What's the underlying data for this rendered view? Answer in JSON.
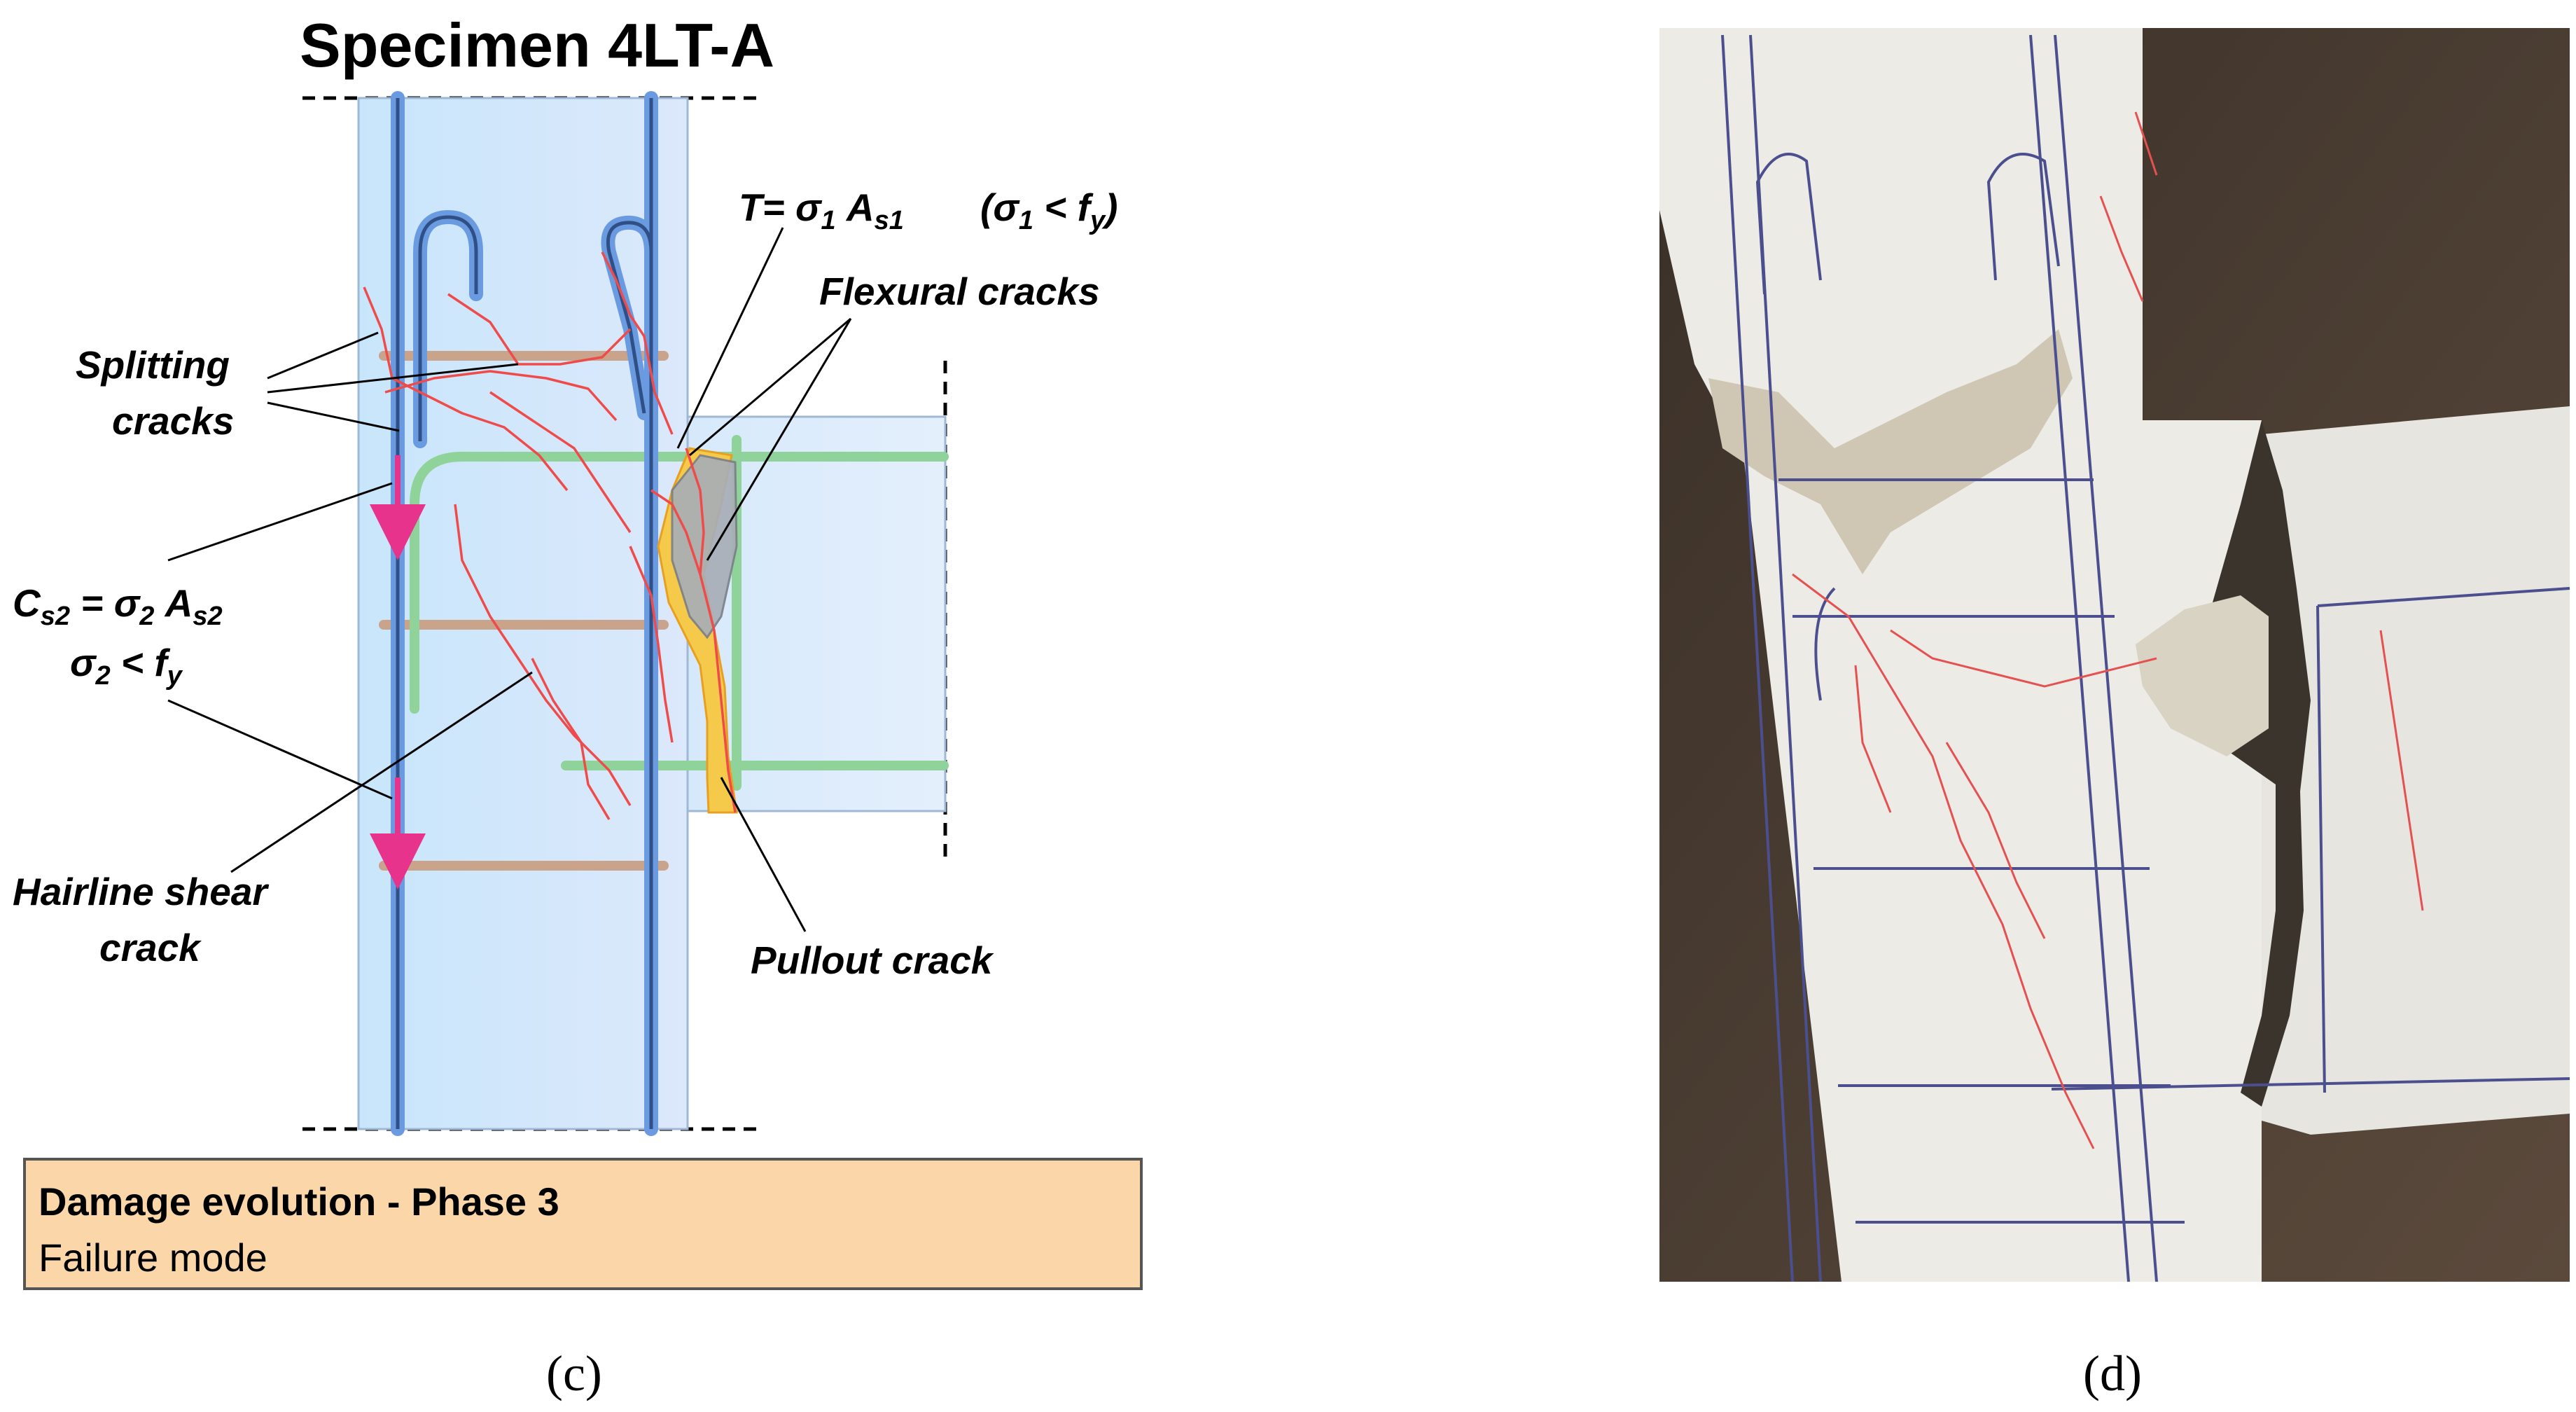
{
  "title": "Specimen 4LT-A",
  "labels": {
    "tension_main": "T= σ",
    "tension_sub1": "1",
    "tension_A": " A",
    "tension_sub2": "s1",
    "tension_cond": "(σ",
    "tension_cond_sub": "1",
    "tension_cond_rest": " < f",
    "tension_cond_sub2": "y",
    "tension_cond_close": ")",
    "flexural": "Flexural cracks",
    "splitting_1": "Splitting",
    "splitting_2": "cracks",
    "compression_C": "C",
    "compression_Csub": "s2",
    "compression_eq": " = σ",
    "compression_sigsub": "2",
    "compression_A": " A",
    "compression_Asub": "s2",
    "compression_line2": "σ",
    "compression_line2_sub": "2",
    "compression_line2_rest": " < f",
    "compression_line2_sub2": "y",
    "shear_1": "Hairline shear",
    "shear_2": "crack",
    "pullout": "Pullout crack"
  },
  "info_box": {
    "line1": "Damage evolution - Phase 3",
    "line2": "Failure mode"
  },
  "captions": {
    "left": "(c)",
    "right": "(d)"
  },
  "colors": {
    "concrete": "#cfe6fa",
    "rebar": "#6a9be0",
    "stirrup": "#c9a38a",
    "beam_bar": "#8fd39b",
    "crack": "#ef4b4b",
    "pullout_zone": "#f5c94a",
    "box_fill": "#fbd6a8",
    "arrow": "#e8338c"
  }
}
